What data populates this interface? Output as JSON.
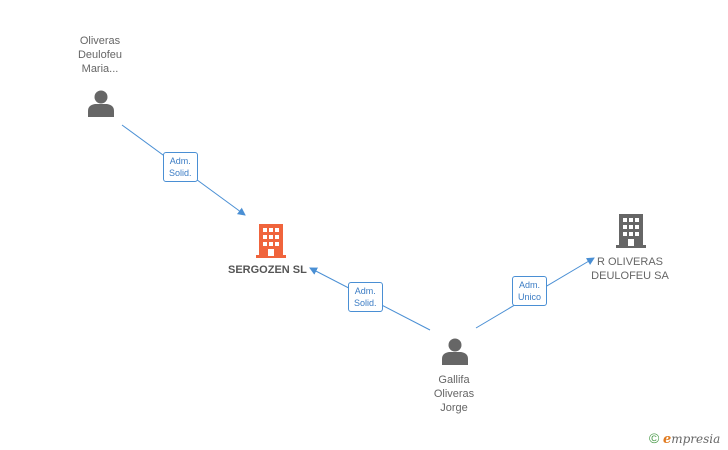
{
  "nodes": {
    "person_top": {
      "lines": [
        "Oliveras",
        "Deulofeu",
        "Maria..."
      ],
      "icon": "person-icon"
    },
    "main_company": {
      "label": "SERGOZEN SL",
      "icon": "building-icon",
      "color": "#f0643c"
    },
    "company_right": {
      "lines": [
        "R OLIVERAS",
        "DEULOFEU SA"
      ],
      "icon": "building-icon",
      "color": "#666666"
    },
    "person_bottom": {
      "lines": [
        "Gallifa",
        "Oliveras",
        "Jorge"
      ],
      "icon": "person-icon"
    }
  },
  "relations": [
    {
      "lines": [
        "Adm.",
        "Solid."
      ]
    },
    {
      "lines": [
        "Adm.",
        "Solid."
      ]
    },
    {
      "lines": [
        "Adm.",
        "Unico"
      ]
    }
  ],
  "brand": {
    "copyright": "©",
    "e": "e",
    "rest": "mpresia"
  },
  "colors": {
    "edge": "#4a8fd4",
    "person": "#666666"
  }
}
